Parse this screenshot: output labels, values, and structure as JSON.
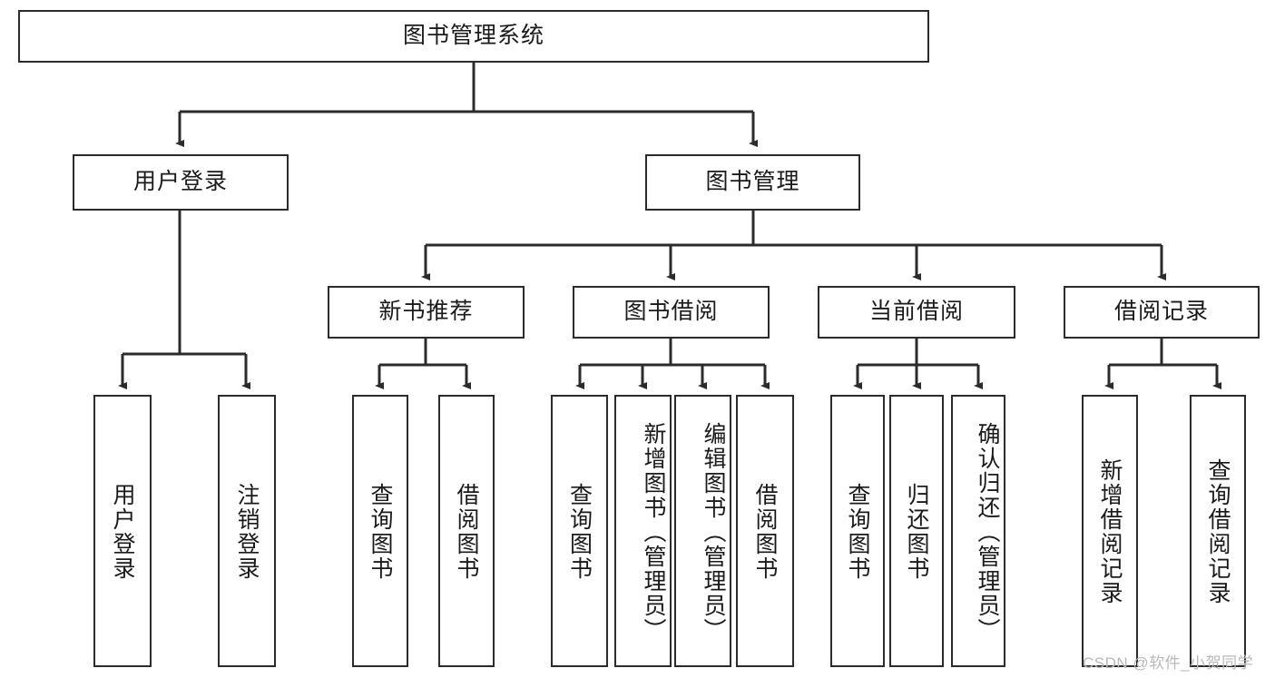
{
  "diagram": {
    "title": "图书管理系统",
    "type": "hierarchy-tree",
    "watermark": "CSDN @软件_小贺同学",
    "colors": {
      "box_border": "#2b2b2b",
      "box_fill": "#ffffff",
      "edge": "#2b2b2b",
      "text": "#1a1a1a",
      "watermark": "#b9b9b9"
    },
    "nodes": {
      "root": {
        "label": "图书管理系统"
      },
      "level2": [
        {
          "label": "用户登录"
        },
        {
          "label": "图书管理"
        }
      ],
      "level3": [
        {
          "label": "新书推荐"
        },
        {
          "label": "图书借阅"
        },
        {
          "label": "当前借阅"
        },
        {
          "label": "借阅记录"
        }
      ],
      "leaves": {
        "user_login": [
          {
            "label": "用户登录"
          },
          {
            "label": "注销登录"
          }
        ],
        "new_book_recommend": [
          {
            "label": "查询图书"
          },
          {
            "label": "借阅图书"
          }
        ],
        "book_borrow": [
          {
            "label": "查询图书"
          },
          {
            "label": "新增图书（管理员）"
          },
          {
            "label": "编辑图书（管理员）"
          },
          {
            "label": "借阅图书"
          }
        ],
        "current_borrow": [
          {
            "label": "查询图书"
          },
          {
            "label": "归还图书"
          },
          {
            "label": "确认归还（管理员）"
          }
        ],
        "borrow_record": [
          {
            "label": "新增借阅记录"
          },
          {
            "label": "查询借阅记录"
          }
        ]
      }
    }
  }
}
